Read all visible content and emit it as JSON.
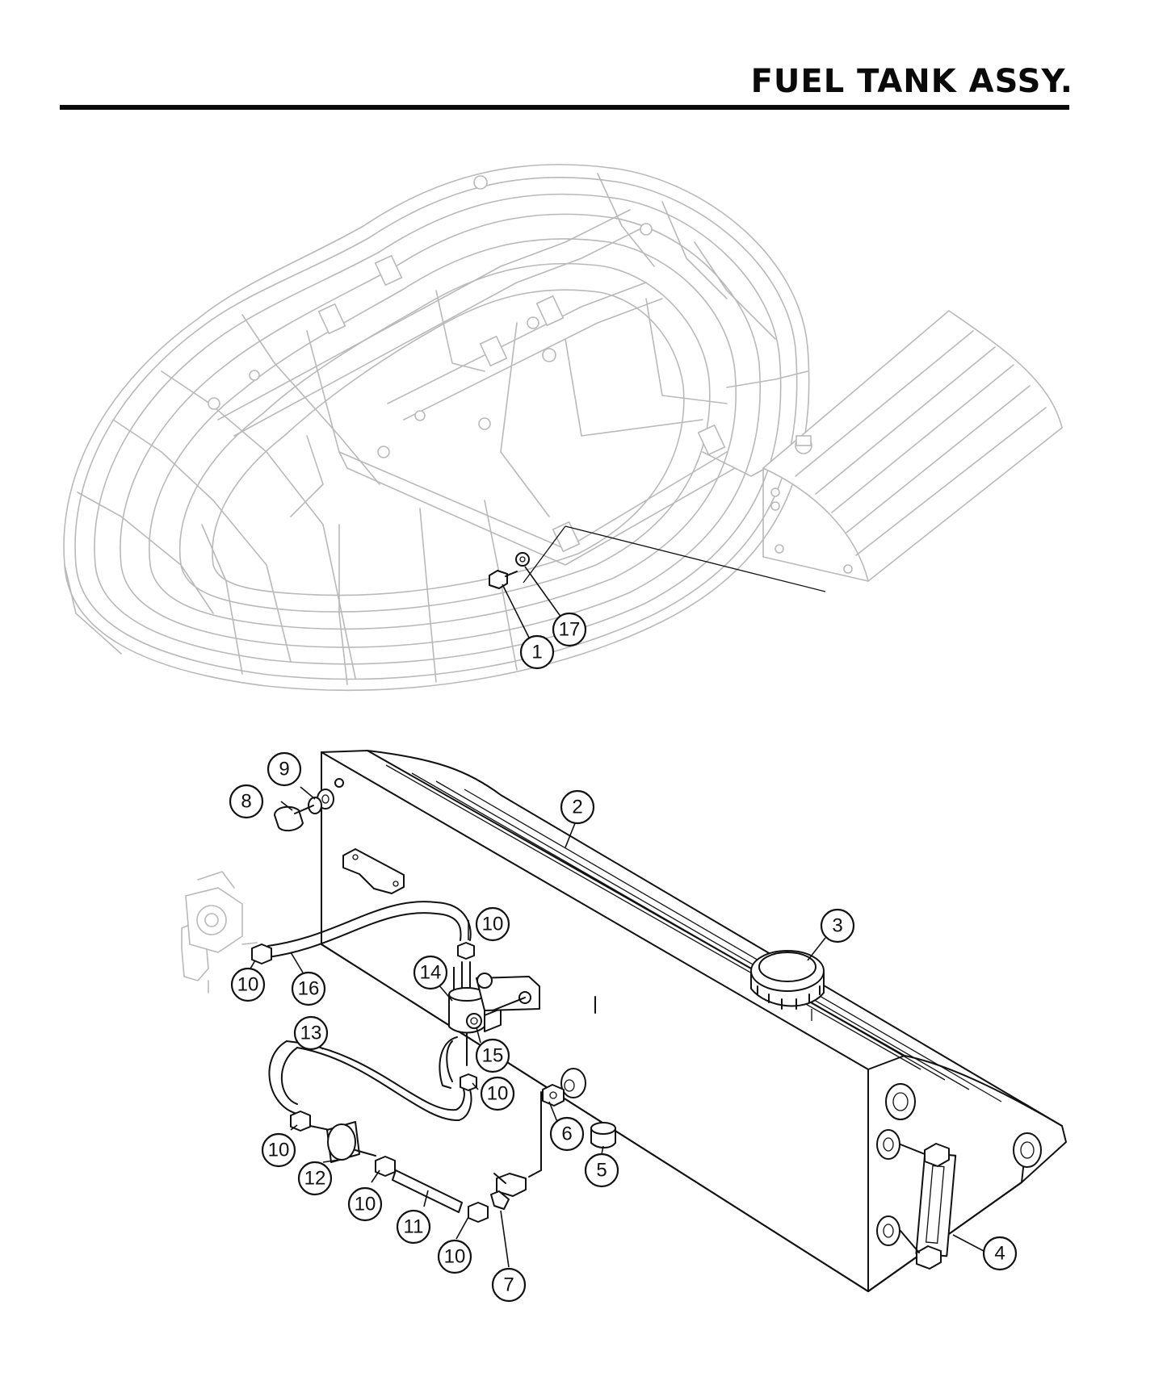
{
  "title": "FUEL TANK ASSY.",
  "callouts": [
    {
      "id": "c1",
      "label": "1"
    },
    {
      "id": "c17",
      "label": "17"
    },
    {
      "id": "c9",
      "label": "9"
    },
    {
      "id": "c8",
      "label": "8"
    },
    {
      "id": "c2",
      "label": "2"
    },
    {
      "id": "c3",
      "label": "3"
    },
    {
      "id": "c10a",
      "label": "10"
    },
    {
      "id": "c10b",
      "label": "10"
    },
    {
      "id": "c16",
      "label": "16"
    },
    {
      "id": "c14",
      "label": "14"
    },
    {
      "id": "c13",
      "label": "13"
    },
    {
      "id": "c15",
      "label": "15"
    },
    {
      "id": "c10c",
      "label": "10"
    },
    {
      "id": "c6",
      "label": "6"
    },
    {
      "id": "c5",
      "label": "5"
    },
    {
      "id": "c10d",
      "label": "10"
    },
    {
      "id": "c12",
      "label": "12"
    },
    {
      "id": "c10e",
      "label": "10"
    },
    {
      "id": "c11",
      "label": "11"
    },
    {
      "id": "c10f",
      "label": "10"
    },
    {
      "id": "c7",
      "label": "7"
    },
    {
      "id": "c4",
      "label": "4"
    }
  ]
}
